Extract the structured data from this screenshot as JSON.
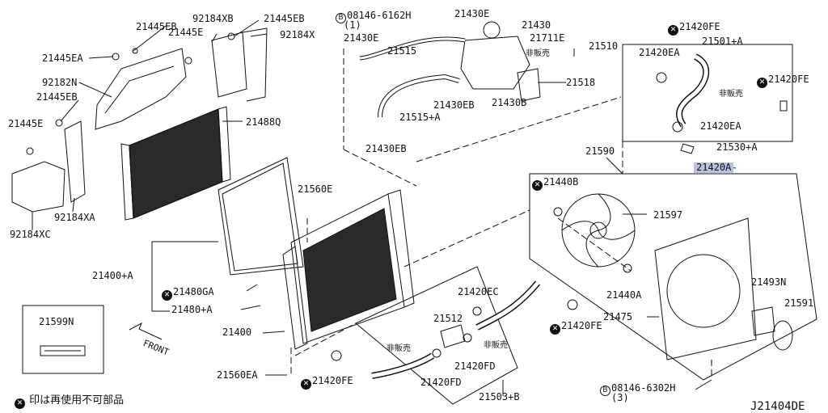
{
  "drawing_code": "J21404DE",
  "legend_text": "印は再使用不可部品",
  "legend_icon": "x-circle-icon",
  "front_label": "FRONT",
  "highlight_color": "#b7c1e6",
  "labels": [
    {
      "id": "21445EB_top",
      "text": "21445EB"
    },
    {
      "id": "92184XB",
      "text": "92184XB"
    },
    {
      "id": "21445EB_right",
      "text": "21445EB"
    },
    {
      "id": "21445E_top",
      "text": "21445E"
    },
    {
      "id": "92184X",
      "text": "92184X"
    },
    {
      "id": "21445EA",
      "text": "21445EA"
    },
    {
      "id": "92182N",
      "text": "92182N"
    },
    {
      "id": "21445EB_left",
      "text": "21445EB"
    },
    {
      "id": "21445E_left",
      "text": "21445E"
    },
    {
      "id": "21488Q",
      "text": "21488Q"
    },
    {
      "id": "92184XA",
      "text": "92184XA"
    },
    {
      "id": "92184XC",
      "text": "92184XC"
    },
    {
      "id": "21560E",
      "text": "21560E"
    },
    {
      "id": "21400A",
      "text": "21400+A"
    },
    {
      "id": "21480GA",
      "text": "21480GA",
      "x": true
    },
    {
      "id": "21480A",
      "text": "21480+A"
    },
    {
      "id": "21400",
      "text": "21400"
    },
    {
      "id": "21560EA",
      "text": "21560EA"
    },
    {
      "id": "21420FE_bottom",
      "text": "21420FE",
      "x": true
    },
    {
      "id": "21599N",
      "text": "21599N"
    },
    {
      "id": "08146_6162H",
      "text": "08146-6162H",
      "b": true
    },
    {
      "id": "qty_1",
      "text": "(1)"
    },
    {
      "id": "21430E_top",
      "text": "21430E"
    },
    {
      "id": "21430",
      "text": "21430"
    },
    {
      "id": "21430E_left",
      "text": "21430E"
    },
    {
      "id": "21711E",
      "text": "21711E"
    },
    {
      "id": "21510",
      "text": "21510"
    },
    {
      "id": "21515",
      "text": "21515"
    },
    {
      "id": "hihanbai_1",
      "text": "非販売",
      "sm": true
    },
    {
      "id": "21518",
      "text": "21518"
    },
    {
      "id": "21430EB_mid",
      "text": "21430EB"
    },
    {
      "id": "21430B",
      "text": "21430B"
    },
    {
      "id": "21515A",
      "text": "21515+A"
    },
    {
      "id": "21430EB_low",
      "text": "21430EB"
    },
    {
      "id": "21420FE_top",
      "text": "21420FE",
      "x": true
    },
    {
      "id": "21501A",
      "text": "21501+A"
    },
    {
      "id": "21420EA_top",
      "text": "21420EA"
    },
    {
      "id": "21420FE_right",
      "text": "21420FE",
      "x": true
    },
    {
      "id": "hihanbai_2",
      "text": "非販売",
      "sm": true
    },
    {
      "id": "21420EA_low",
      "text": "21420EA"
    },
    {
      "id": "21530A",
      "text": "21530+A"
    },
    {
      "id": "21420A",
      "text": "21420A",
      "hl": true
    },
    {
      "id": "21590",
      "text": "21590"
    },
    {
      "id": "21440B",
      "text": "21440B",
      "x": true
    },
    {
      "id": "21597",
      "text": "21597"
    },
    {
      "id": "21440A",
      "text": "21440A"
    },
    {
      "id": "21493N",
      "text": "21493N"
    },
    {
      "id": "21475",
      "text": "21475"
    },
    {
      "id": "21591",
      "text": "21591"
    },
    {
      "id": "21420EC",
      "text": "21420EC"
    },
    {
      "id": "21512",
      "text": "21512"
    },
    {
      "id": "hihanbai_3",
      "text": "非販売",
      "sm": true
    },
    {
      "id": "hihanbai_4",
      "text": "非販売",
      "sm": true
    },
    {
      "id": "21420FE_mid",
      "text": "21420FE",
      "x": true
    },
    {
      "id": "21420FD_mid",
      "text": "21420FD"
    },
    {
      "id": "21420FD_low",
      "text": "21420FD"
    },
    {
      "id": "21503B",
      "text": "21503+B"
    },
    {
      "id": "08146_6302H",
      "text": "08146-6302H",
      "b": true
    },
    {
      "id": "qty_3",
      "text": "(3)"
    }
  ]
}
